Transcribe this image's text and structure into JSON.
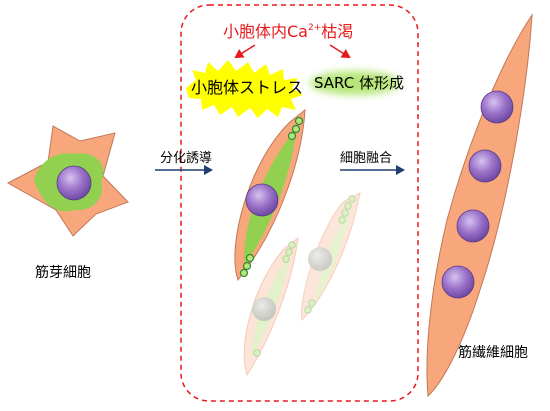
{
  "header": {
    "title_prefix": "小胞体内Ca",
    "title_superscript": "2+",
    "title_suffix": "枯渇"
  },
  "labels": {
    "er_stress": "小胞体ストレス",
    "sarc_formation": "SARC 体形成",
    "differentiation": "分化誘導",
    "cell_fusion": "細胞融合",
    "myoblast": "筋芽細胞",
    "myotube": "筋繊維細胞"
  },
  "colors": {
    "cytoplasm": "#f7a77b",
    "er": "#92d050",
    "nucleus": "#9b72c9",
    "arrow": "#1f3f6f",
    "alert": "#e8191c",
    "starburst": "#ffff00",
    "glow": "#b6e678"
  }
}
